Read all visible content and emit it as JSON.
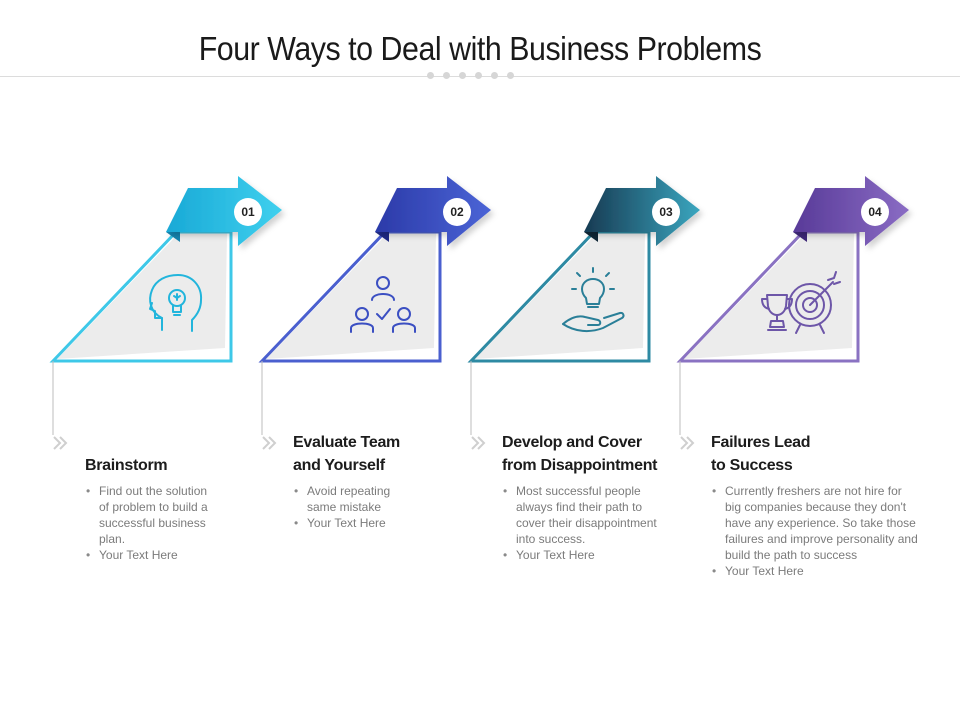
{
  "title": "Four Ways to Deal with Business Problems",
  "colors": {
    "step1": "#2ec2e4",
    "step2": "#3b4fc2",
    "step3": "#2a6f86",
    "step4": "#6a4ea8"
  },
  "steps": [
    {
      "number": "01",
      "icon": "head-lightbulb-icon",
      "heading": "Brainstorm",
      "bullets": [
        "Find out the solution of problem to build a successful business plan.",
        "Your Text Here"
      ]
    },
    {
      "number": "02",
      "icon": "team-check-icon",
      "heading": "Evaluate Team\nand Yourself",
      "bullets": [
        "Avoid repeating same mistake",
        "Your Text Here"
      ]
    },
    {
      "number": "03",
      "icon": "hand-lightbulb-icon",
      "heading": "Develop and Cover\nfrom Disappointment",
      "bullets": [
        "Most successful people always find their path to cover their disappointment into success.",
        "Your  Text Here"
      ]
    },
    {
      "number": "04",
      "icon": "trophy-target-icon",
      "heading": "Failures Lead\n to Success",
      "bullets": [
        "Currently freshers are not hire for big companies because they don't have any experience. So take those failures and improve personality and build the path to success",
        "Your Text Here"
      ]
    }
  ]
}
